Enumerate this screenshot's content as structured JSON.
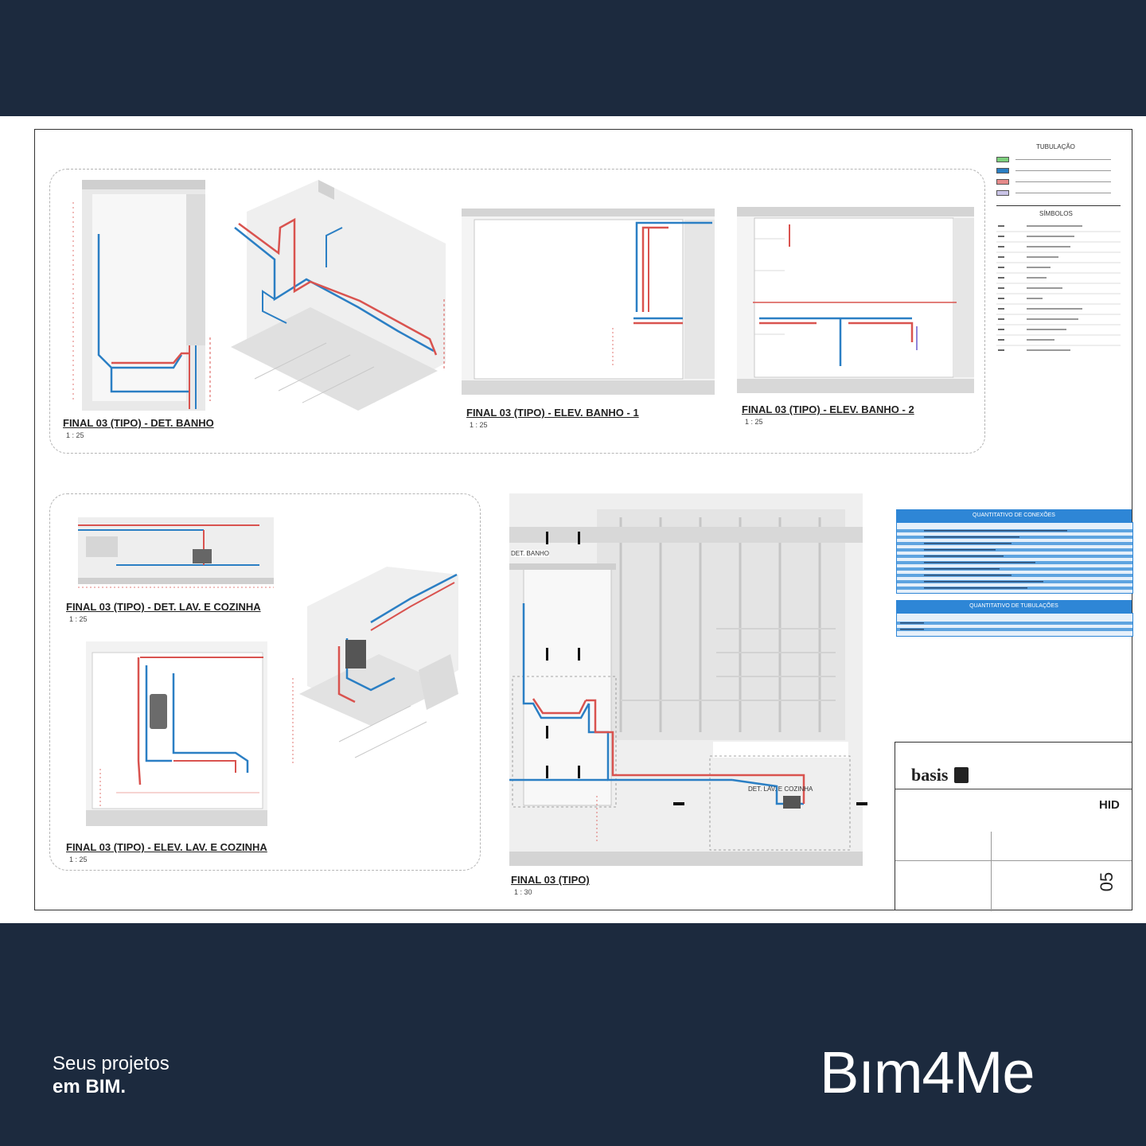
{
  "views": {
    "banho_det": {
      "title": "FINAL 03 (TIPO) - DET. BANHO",
      "scale": "1 : 25"
    },
    "banho_elev1": {
      "title": "FINAL 03 (TIPO) - ELEV. BANHO - 1",
      "scale": "1 : 25"
    },
    "banho_elev2": {
      "title": "FINAL 03 (TIPO) - ELEV. BANHO - 2",
      "scale": "1 : 25"
    },
    "lav_det": {
      "title": "FINAL 03 (TIPO) - DET. LAV. E COZINHA",
      "scale": "1 : 25"
    },
    "lav_elev": {
      "title": "FINAL 03 (TIPO) - ELEV. LAV. E COZINHA",
      "scale": "1 : 25"
    },
    "plan": {
      "title": "FINAL 03 (TIPO)",
      "scale": "1 : 30",
      "callout_banho": "DET. BANHO",
      "callout_lav": "DET. LAV. E COZINHA"
    }
  },
  "legend": {
    "tubulacao_title": "TUBULAÇÃO",
    "simbolos_title": "SÍMBOLOS",
    "colors": {
      "blue": "#2b7fc4",
      "red": "#d9534f",
      "green": "#7ccf7c",
      "lavender": "#c9c3e6"
    }
  },
  "tables": {
    "conexoes_title": "QUANTITATIVO DE CONEXÕES",
    "tubulacoes_title": "QUANTITATIVO DE TUBULAÇÕES"
  },
  "title_block": {
    "brand": "basis",
    "discipline": "HID",
    "sheet_number": "05"
  },
  "footer": {
    "tagline_line1": "Seus projetos",
    "tagline_line2": "em BIM.",
    "logo": "Bım4Me"
  }
}
